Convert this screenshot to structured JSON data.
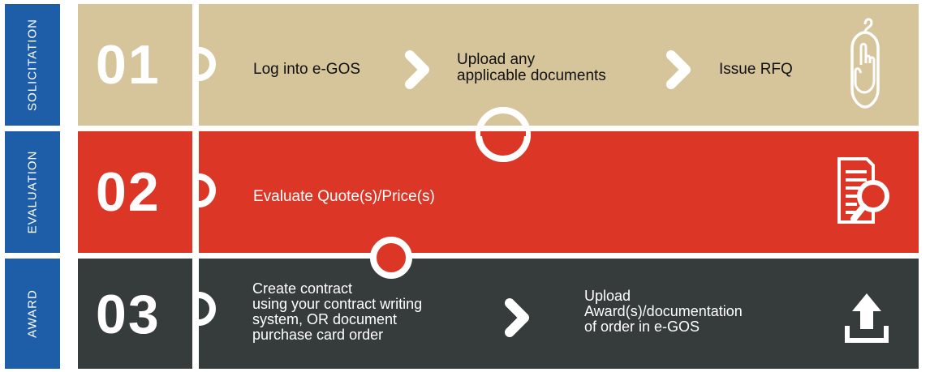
{
  "colors": {
    "solicitation_band": "#d6c59b",
    "evaluation_band": "#dc3626",
    "award_band": "#353c3b",
    "side_label": "#1e5ea8",
    "connector": "#ffffff"
  },
  "stages": [
    {
      "label": "SOLICITATION",
      "number": "01",
      "steps": [
        "Log into e-GOS",
        "Upload any\napplicable documents",
        "Issue RFQ"
      ],
      "icon": "hand-pointer-mouse-icon"
    },
    {
      "label": "EVALUATION",
      "number": "02",
      "steps": [
        "Evaluate Quote(s)/Price(s)"
      ],
      "icon": "document-magnifier-icon"
    },
    {
      "label": "AWARD",
      "number": "03",
      "steps": [
        "Create contract\nusing your contract writing\nsystem, OR document\npurchase card order",
        "Upload\nAward(s)/documentation\nof order in e-GOS"
      ],
      "icon": "upload-icon"
    }
  ]
}
